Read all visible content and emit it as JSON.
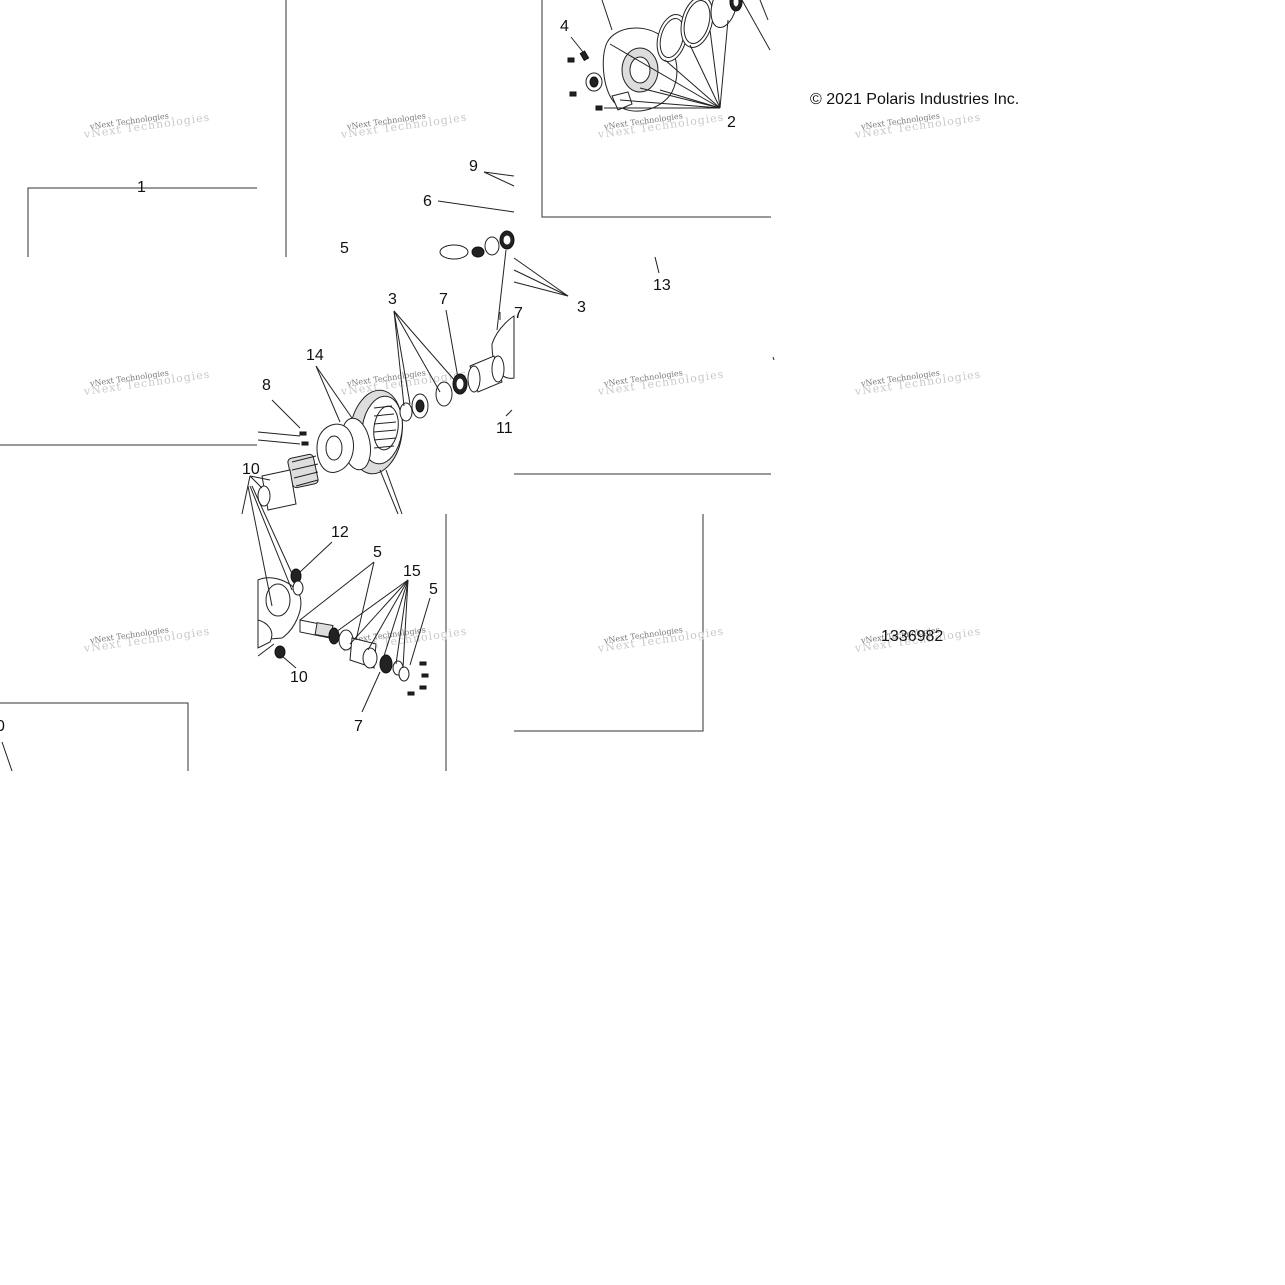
{
  "copyright": "© 2021 Polaris Industries Inc.",
  "figure_id": "1336982",
  "watermark_text": "vNext Technologies",
  "callouts": {
    "c1": "1",
    "c2": "2",
    "c3a": "3",
    "c3b": "3",
    "c4": "4",
    "c5a": "5",
    "c5b": "5",
    "c5c": "5",
    "c6": "6",
    "c7a": "7",
    "c7b": "7",
    "c7c": "7",
    "c8": "8",
    "c9": "9",
    "c10a": "10",
    "c10b": "10",
    "c10c": "0",
    "c11": "11",
    "c12": "12",
    "c13": "13",
    "c14": "14",
    "c15": "15"
  }
}
